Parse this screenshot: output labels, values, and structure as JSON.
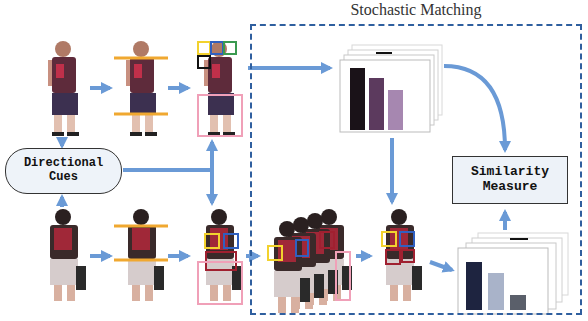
{
  "diagram": {
    "nodes": [
      {
        "text": [
          "Stochastic Matching"
        ]
      },
      {
        "text": [
          "Directional Cues"
        ]
      },
      {
        "text": [
          "Similarity Measure"
        ],
        "in": 0
      }
    ]
  }
}
